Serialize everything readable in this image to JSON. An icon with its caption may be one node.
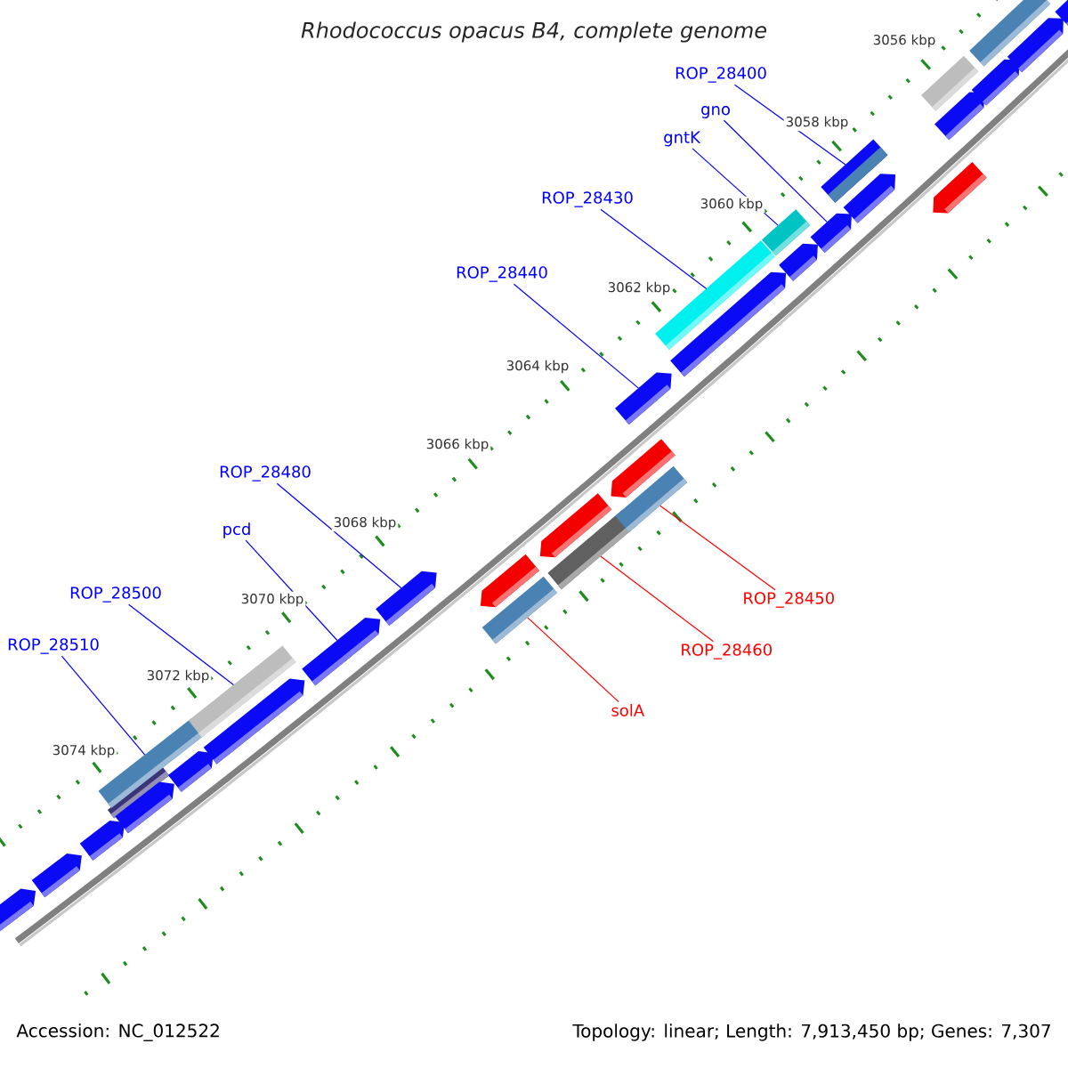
{
  "diagram": {
    "title": "Rhodococcus opacus B4, complete genome",
    "nodes": [
      {
        "text": [
          "ROP_28400"
        ]
      },
      {
        "text": [
          "gno"
        ]
      },
      {
        "text": [
          "gntK"
        ]
      },
      {
        "text": [
          "ROP_28430"
        ]
      },
      {
        "text": [
          "ROP_28440"
        ]
      },
      {
        "text": [
          "ROP_28480"
        ]
      },
      {
        "text": [
          "pcd"
        ]
      },
      {
        "text": [
          "ROP_28500"
        ]
      },
      {
        "text": [
          "ROP_28450"
        ]
      },
      {
        "text": [
          "ROP_28510"
        ]
      },
      {
        "text": [
          "ROP_28460"
        ]
      },
      {
        "text": [
          "solA"
        ]
      },
      {
        "text": [],
        "shape": "arrow"
      },
      {
        "text": [],
        "shape": "arrow"
      },
      {
        "text": [],
        "shape": "arrow"
      },
      {
        "text": [],
        "shape": "box"
      },
      {
        "text": [],
        "shape": "arrow"
      },
      {
        "text": [],
        "shape": "box"
      },
      {
        "text": [],
        "shape": "arrow"
      },
      {
        "text": [],
        "shape": "box"
      },
      {
        "text": [],
        "shape": "arrow"
      },
      {
        "text": [],
        "shape": "arrow"
      },
      {
        "text": [],
        "shape": "arrow"
      },
      {
        "text": [],
        "shape": "arrow"
      },
      {
        "text": [],
        "shape": "box"
      },
      {
        "text": [],
        "shape": "arrow"
      },
      {
        "text": [],
        "shape": "box"
      },
      {
        "text": [],
        "shape": "arrow"
      },
      {
        "text": [],
        "shape": "arrow"
      },
      {
        "text": [],
        "shape": "box"
      },
      {
        "text": [],
        "shape": "box"
      },
      {
        "text": [],
        "shape": "arrow"
      },
      {
        "text": [],
        "shape": "box"
      },
      {
        "text": [],
        "shape": "arrow"
      },
      {
        "text": [],
        "shape": "arrow"
      },
      {
        "text": [],
        "shape": "box"
      },
      {
        "text": [],
        "shape": "arrow"
      },
      {
        "text": [],
        "shape": "box"
      },
      {
        "text": [],
        "shape": "arrow"
      },
      {
        "text": [],
        "shape": "arrow"
      },
      {
        "text": [],
        "shape": "arrow"
      },
      {
        "text": [],
        "shape": "arrow"
      },
      {
        "text": [],
        "shape": "box"
      },
      {
        "text": [],
        "shape": "arrow"
      }
    ],
    "edges": [
      {
        "from": 0,
        "to": 35,
        "arrow": "none"
      },
      {
        "from": 1,
        "to": 34,
        "arrow": "none"
      },
      {
        "from": 2,
        "to": 32,
        "arrow": "none"
      },
      {
        "from": 3,
        "to": 30,
        "arrow": "none"
      },
      {
        "from": 4,
        "to": 28,
        "arrow": "none"
      },
      {
        "from": 5,
        "to": 22,
        "arrow": "none"
      },
      {
        "from": 6,
        "to": 21,
        "arrow": "none"
      },
      {
        "from": 7,
        "to": 19,
        "arrow": "none"
      },
      {
        "from": 8,
        "to": 29,
        "arrow": "none",
        "color": "#ff0000"
      },
      {
        "from": 9,
        "to": 17,
        "arrow": "none"
      },
      {
        "from": 10,
        "to": 26,
        "arrow": "none",
        "color": "#ff0000"
      },
      {
        "from": 11,
        "to": 24,
        "arrow": "none",
        "color": "#ff0000"
      }
    ],
    "labels": [
      "3056 kbp",
      "3058 kbp",
      "3060 kbp",
      "3062 kbp",
      "3064 kbp",
      "3066 kbp",
      "3068 kbp",
      "3070 kbp",
      "3072 kbp",
      "3074 kbp",
      "Accession: NC_012522",
      "Topology: linear; Length: 7,913,450 bp; Genes: 7,307"
    ]
  }
}
